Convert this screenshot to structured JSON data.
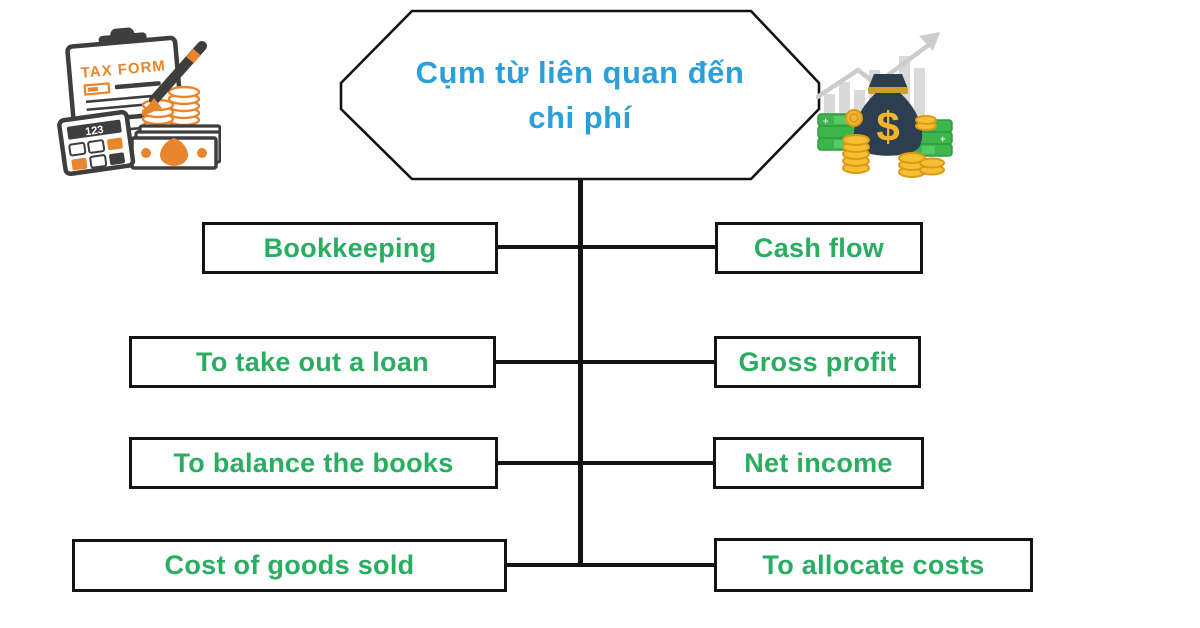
{
  "title": {
    "line1": "Cụm từ liên quan đến",
    "line2": "chi phí"
  },
  "phrases": {
    "left": [
      "Bookkeeping",
      "To take out a loan",
      "To balance the books",
      "Cost of goods sold"
    ],
    "right": [
      "Cash flow",
      "Gross profit",
      "Net income",
      "To allocate costs"
    ]
  },
  "illustrations": {
    "tax_form": {
      "label": "TAX FORM",
      "calculator_display": "123"
    },
    "money_bag": {
      "dollar_sign": "$"
    }
  },
  "colors": {
    "title-blue": "#2B9FD9",
    "phrase-green": "#29AD60",
    "line-black": "#131313",
    "icon-orange": "#E8862D",
    "icon-dark": "#3E3E3E",
    "bag-navy": "#2C3E50",
    "coin-gold": "#F2B42C",
    "bill-green": "#3CB54A",
    "chart-gray": "#D9D9D9"
  }
}
